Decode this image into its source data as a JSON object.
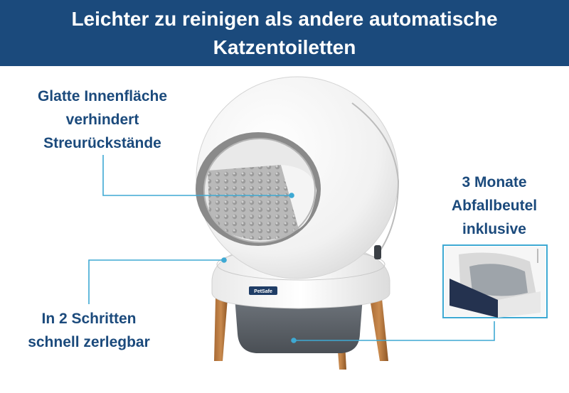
{
  "header": {
    "title_line1": "Leichter zu reinigen als andere automatische",
    "title_line2": "Katzentoiletten"
  },
  "callouts": {
    "surface": {
      "line1": "Glatte Innenfläche",
      "line2": "verhindert",
      "line3": "Streurückstände"
    },
    "bags": {
      "line1": "3 Monate",
      "line2": "Abfallbeutel",
      "line3": "inklusive"
    },
    "disassembly": {
      "line1": "In 2 Schritten",
      "line2": "schnell zerlegbar"
    }
  },
  "product": {
    "brand_logo": "PetSafe"
  },
  "colors": {
    "banner": "#1b4a7c",
    "label_text": "#1b4a7c",
    "callout_line": "#3ea9d3"
  }
}
